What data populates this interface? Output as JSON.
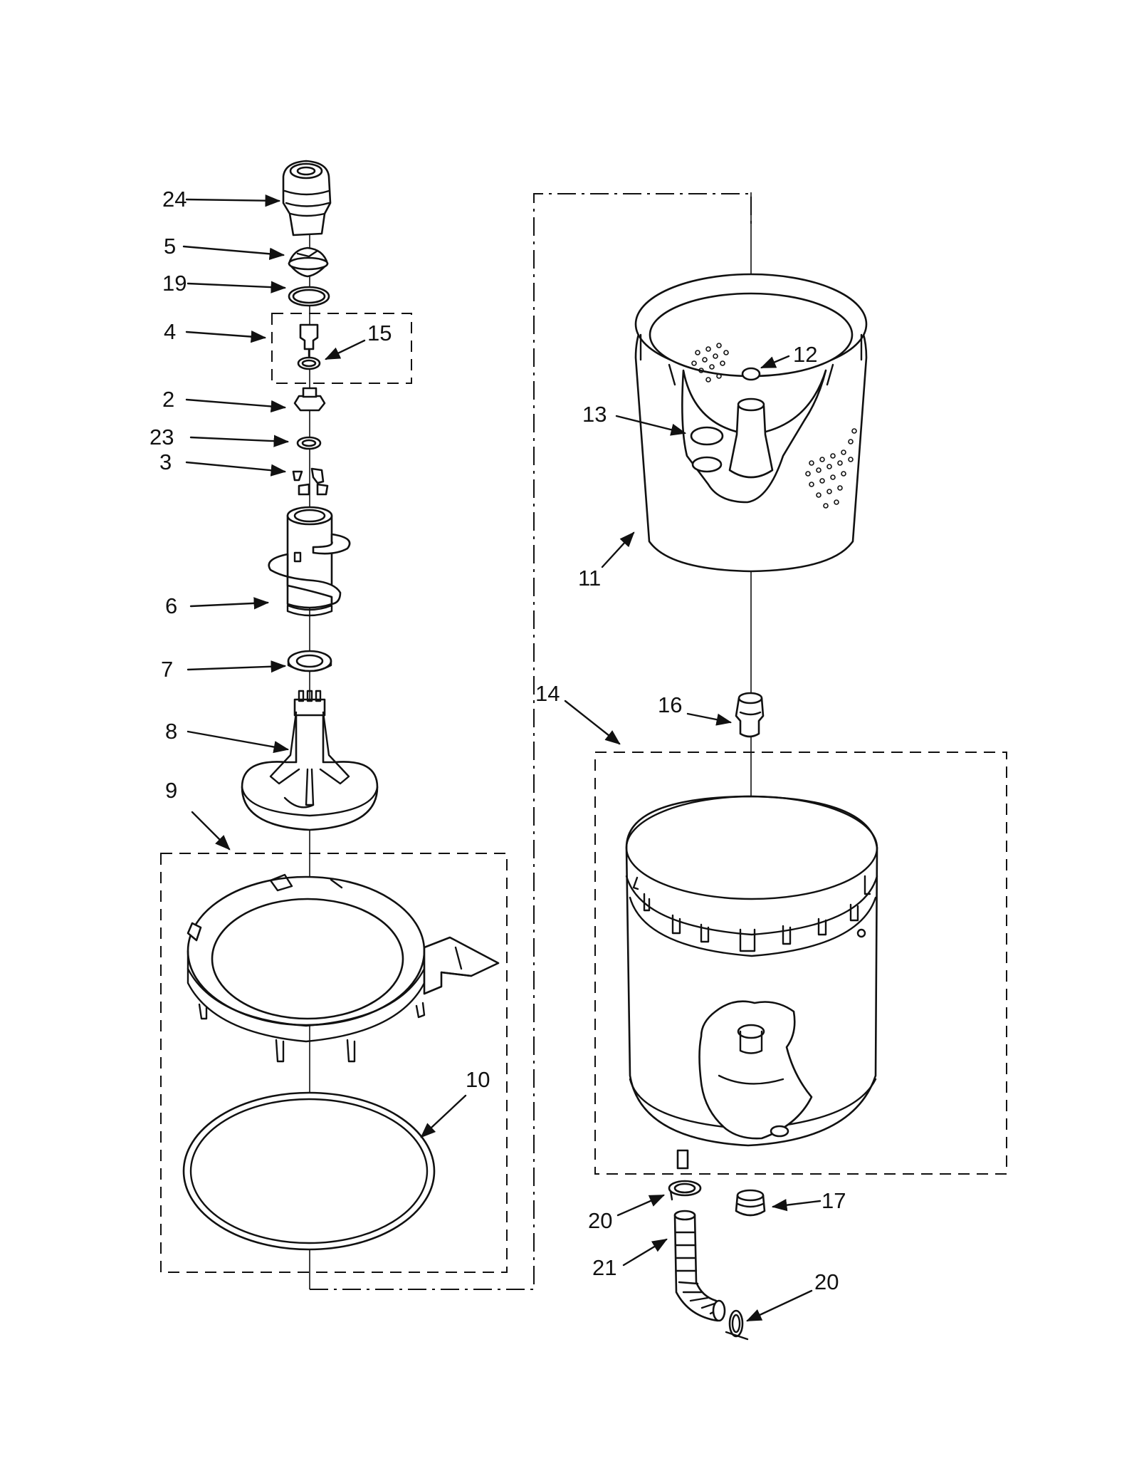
{
  "callouts": [
    {
      "id": "24",
      "text": "24"
    },
    {
      "id": "5",
      "text": "5"
    },
    {
      "id": "19",
      "text": "19"
    },
    {
      "id": "4",
      "text": "4"
    },
    {
      "id": "15",
      "text": "15"
    },
    {
      "id": "2",
      "text": "2"
    },
    {
      "id": "23",
      "text": "23"
    },
    {
      "id": "3",
      "text": "3"
    },
    {
      "id": "6",
      "text": "6"
    },
    {
      "id": "7",
      "text": "7"
    },
    {
      "id": "8",
      "text": "8"
    },
    {
      "id": "9",
      "text": "9"
    },
    {
      "id": "10",
      "text": "10"
    },
    {
      "id": "12",
      "text": "12"
    },
    {
      "id": "13",
      "text": "13"
    },
    {
      "id": "11",
      "text": "11"
    },
    {
      "id": "14",
      "text": "14"
    },
    {
      "id": "16",
      "text": "16"
    },
    {
      "id": "17",
      "text": "17"
    },
    {
      "id": "20a",
      "text": "20"
    },
    {
      "id": "21",
      "text": "21"
    },
    {
      "id": "20b",
      "text": "20"
    }
  ],
  "colors": {
    "ink": "#111111",
    "paper": "#ffffff"
  }
}
